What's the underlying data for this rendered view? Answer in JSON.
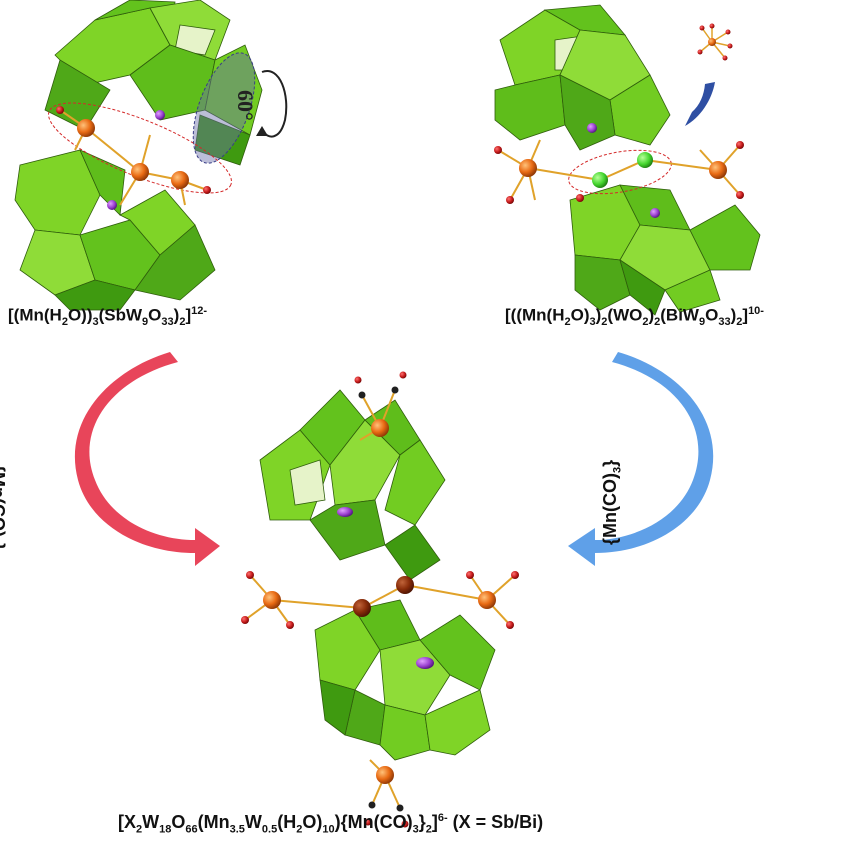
{
  "colors": {
    "polyhedron": "#7fd427",
    "polyhedron_dark": "#4fa818",
    "polyhedron_light": "#d8ecb5",
    "mn_atom": "#e96b14",
    "oxygen_atom": "#c41a1a",
    "carbon_atom": "#202020",
    "hetero_atom": "#9a3fd0",
    "w_atom": "#45d62f",
    "bond": "#e0a22a",
    "arrow_left": "#e8455a",
    "arrow_right": "#5fa0e8",
    "insert_arrow": "#2f4fa3"
  },
  "labels": {
    "left_pre": "[(Mn(H",
    "left_sub1": "2",
    "left_mid1": "O))",
    "left_sub2": "3",
    "left_mid2": "(SbW",
    "left_sub3": "9",
    "left_mid3": "O",
    "left_sub4": "33",
    "left_mid4": ")",
    "left_sub5": "2",
    "left_mid5": "]",
    "left_sup": "12-",
    "right_pre": "[((Mn(H",
    "right_sub1": "2",
    "right_mid1": "O)",
    "right_sub2": "3",
    "right_mid2": ")",
    "right_sub3": "2",
    "right_mid3": "(WO",
    "right_sub4": "2",
    "right_mid4": ")",
    "right_sub5": "2",
    "right_mid5": "(BiW",
    "right_sub6": "9",
    "right_mid6": "O",
    "right_sub7": "33",
    "right_mid7": ")",
    "right_sub8": "2",
    "right_mid8": "]",
    "right_sup": "10-",
    "bottom_pre": "[X",
    "bottom_sub1": "2",
    "bottom_mid1": "W",
    "bottom_sub2": "18",
    "bottom_mid2": "O",
    "bottom_sub3": "66",
    "bottom_mid3": "(Mn",
    "bottom_sub4": "3.5",
    "bottom_mid4": "W",
    "bottom_sub5": "0.5",
    "bottom_mid5": "(H",
    "bottom_sub6": "2",
    "bottom_mid6": "O)",
    "bottom_sub7": "10",
    "bottom_mid7": "){Mn(CO)",
    "bottom_sub8": "3",
    "bottom_mid8": "}",
    "bottom_sub9": "2",
    "bottom_mid9": "]",
    "bottom_sup": "6-",
    "bottom_post": " (X = Sb/Bi)",
    "reagent_pre": "{Mn(CO)",
    "reagent_sub": "3",
    "reagent_post": "}",
    "rotation": "60°"
  }
}
